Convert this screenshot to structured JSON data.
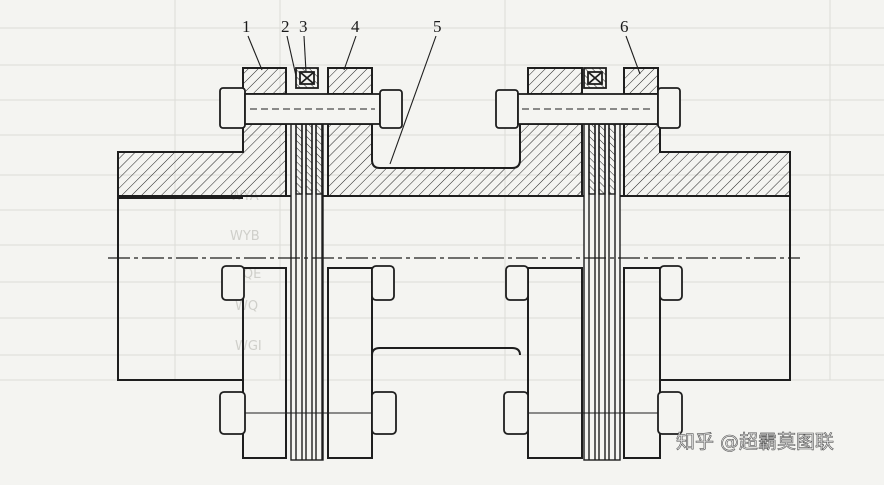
{
  "drawing": {
    "part_labels": [
      "1",
      "2",
      "3",
      "4",
      "5",
      "6"
    ]
  },
  "background_table": {
    "codes": [
      "WYA",
      "WYB",
      "WQE",
      "WQ",
      "WGI"
    ]
  },
  "watermark": {
    "text": "知乎 @超霸莫图联"
  },
  "colors": {
    "line": "#1e1e1e",
    "paper": "#f4f4f1",
    "faint_grid": "#d8d8d3"
  }
}
